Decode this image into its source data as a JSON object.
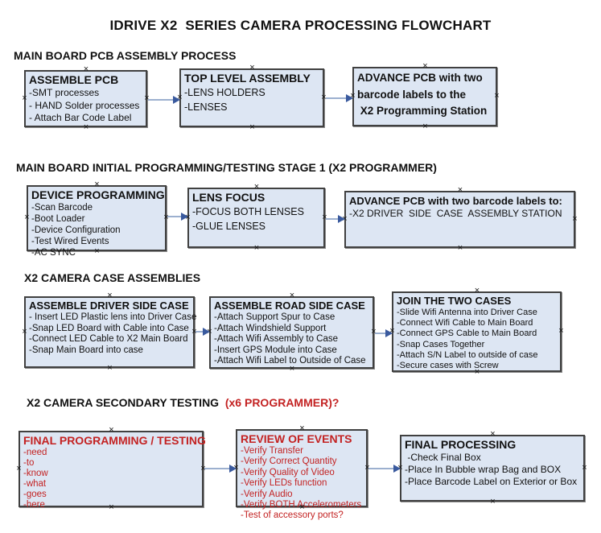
{
  "title": "IDRIVE X2  SERIES CAMERA PROCESSING FLOWCHART",
  "colors": {
    "box_fill": "#dde6f3",
    "box_border": "#404040",
    "red_text": "#c32222",
    "arrow_line": "#9cb0cf",
    "arrow_head": "#3a5a9e"
  },
  "sections": [
    {
      "heading": "MAIN BOARD PCB ASSEMBLY PROCESS",
      "boxes": [
        {
          "title": "ASSEMBLE PCB",
          "lines": [
            "-SMT processes",
            "- HAND Solder processes",
            "- Attach Bar Code Label"
          ]
        },
        {
          "title": "TOP LEVEL ASSEMBLY",
          "lines": [
            "-LENS HOLDERS",
            "-LENSES"
          ]
        },
        {
          "title": "",
          "lines": [
            "ADVANCE PCB with two",
            "barcode labels to the",
            " X2 Programming Station"
          ]
        }
      ]
    },
    {
      "heading": "MAIN BOARD INITIAL PROGRAMMING/TESTING STAGE 1 (X2 PROGRAMMER)",
      "boxes": [
        {
          "title": "DEVICE PROGRAMMING",
          "lines": [
            "-Scan Barcode",
            "-Boot Loader",
            "-Device Configuration",
            "-Test Wired Events",
            "-AC SYNC"
          ]
        },
        {
          "title": "LENS FOCUS",
          "lines": [
            "-FOCUS BOTH LENSES",
            "-GLUE LENSES"
          ]
        },
        {
          "title": "ADVANCE PCB with two barcode labels to:",
          "lines": [
            "-X2 DRIVER  SIDE  CASE  ASSEMBLY STATION"
          ]
        }
      ]
    },
    {
      "heading": "X2 CAMERA CASE ASSEMBLIES",
      "boxes": [
        {
          "title": "ASSEMBLE DRIVER SIDE CASE",
          "lines": [
            "- Insert LED Plastic lens into Driver Case",
            "-Snap LED Board with Cable into Case",
            "-Connect LED Cable to X2 Main Board",
            "-Snap Main Board into case"
          ]
        },
        {
          "title": "ASSEMBLE ROAD SIDE CASE",
          "lines": [
            "-Attach Support Spur to Case",
            "-Attach Windshield Support",
            "-Attach Wifi Assembly to Case",
            "-Insert GPS Module into Case",
            "-Attach Wifi Label to Outside of Case"
          ]
        },
        {
          "title": "JOIN THE TWO CASES",
          "lines": [
            "-Slide Wifi Antenna into Driver Case",
            "-Connect Wifi Cable to Main Board",
            "-Connect GPS Cable to Main Board",
            "-Snap Cases Together",
            "-Attach S/N Label to outside of case",
            "-Secure cases with Screw"
          ]
        }
      ]
    },
    {
      "heading": "X2 CAMERA SECONDARY TESTING ",
      "heading_red": " (x6 PROGRAMMER)?",
      "boxes": [
        {
          "title": "FINAL PROGRAMMING / TESTING",
          "lines": [
            "-need",
            "-to",
            "-know",
            "-what",
            "-goes",
            "-here"
          ]
        },
        {
          "title": "REVIEW OF EVENTS",
          "lines": [
            "-Verify Transfer",
            "-Verify Correct Quantity",
            "-Verify Quality of Video",
            "-Verify LEDs function",
            "-Verify Audio",
            "-Verify BOTH Accelerometers",
            "-Test of accessory ports?"
          ]
        },
        {
          "title": "FINAL PROCESSING",
          "lines": [
            " -Check Final Box",
            "-Place In Bubble wrap Bag and BOX",
            "-Place Barcode Label on Exterior or Box"
          ]
        }
      ]
    }
  ]
}
